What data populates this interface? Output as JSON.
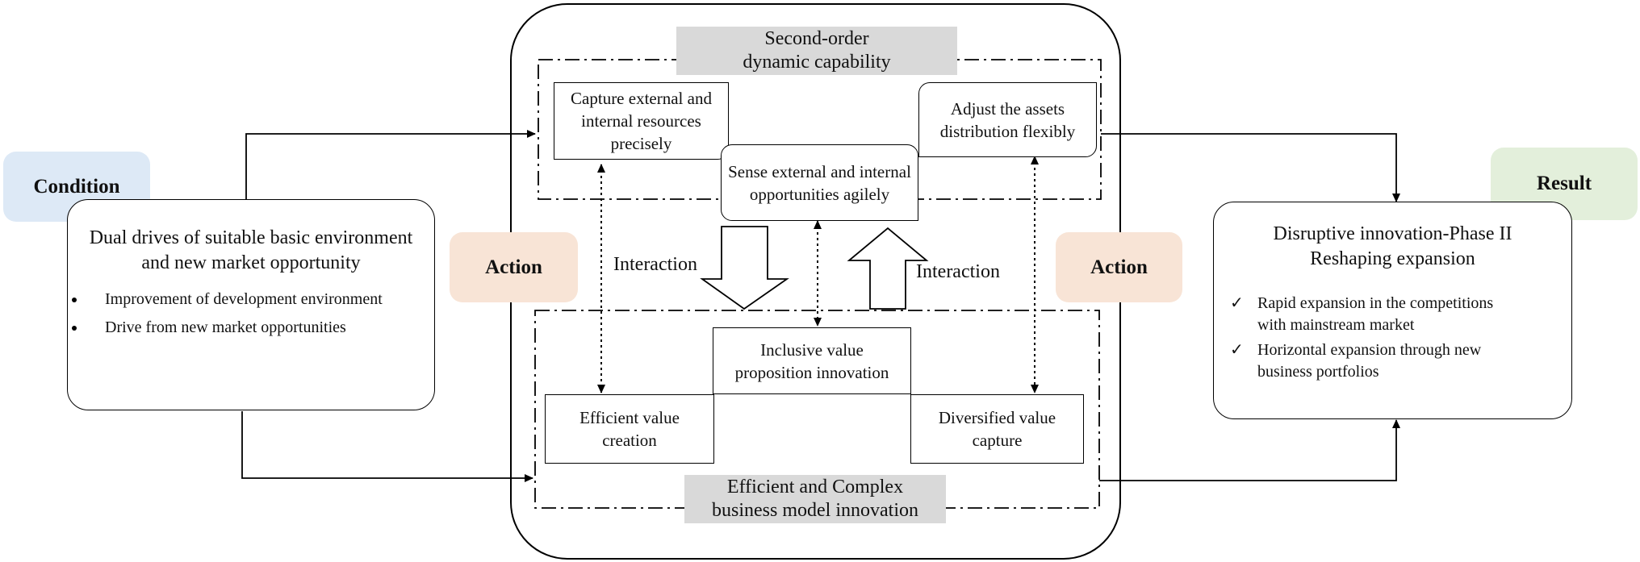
{
  "condition": {
    "tag": "Condition",
    "title": "Dual drives of suitable  basic environment and new market opportunity",
    "bullets": [
      "Improvement of development environment",
      "Drive from new market opportunities"
    ],
    "tag_color": "#dde9f6"
  },
  "action_left": {
    "tag": "Action",
    "color": "#f8e4d6"
  },
  "action_right": {
    "tag": "Action",
    "color": "#f8e4d6"
  },
  "capability": {
    "title": "Second-order dynamic capability",
    "capture": "Capture external and internal resources precisely",
    "sense": "Sense external and internal  opportunities agilely",
    "adjust": "Adjust the assets distribution flexibly"
  },
  "interaction_left": "Interaction",
  "interaction_right": "Interaction",
  "business_model": {
    "title": "Efficient and Complex business model innovation",
    "inclusive": "Inclusive value proposition innovation",
    "efficient": "Efficient value creation",
    "diversified": "Diversified value capture"
  },
  "result": {
    "tag": "Result",
    "title": "Disruptive innovation-Phase II Reshaping expansion",
    "bullets": [
      "Rapid expansion in the competitions with mainstream market",
      "Horizontal expansion through new business portfolios"
    ],
    "tag_color": "#e3efdb"
  }
}
